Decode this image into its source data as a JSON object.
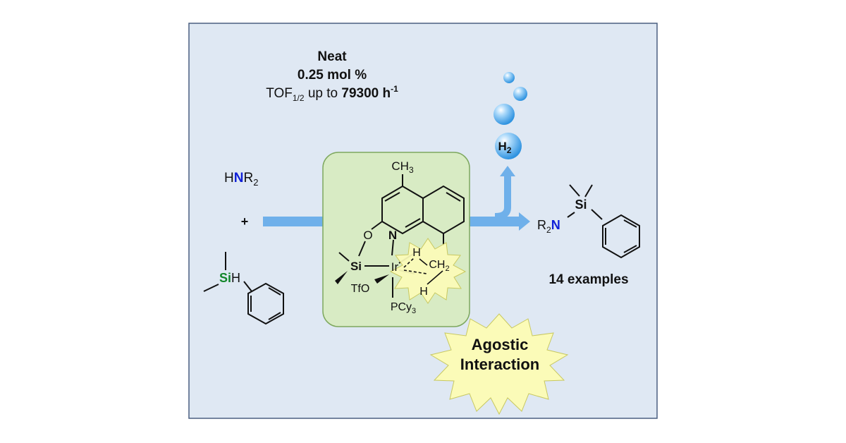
{
  "conditions": {
    "line1": "Neat",
    "line2": "0.25 mol  %",
    "tof_prefix": "TOF",
    "tof_sub": "1/2",
    "tof_mid": " up to ",
    "tof_value": "79300 h",
    "tof_sup": "-1"
  },
  "reagent_amine": {
    "h": "H",
    "n": "N",
    "r": "R",
    "sub": "2"
  },
  "plus_sign": "+",
  "silane": {
    "si": "Si",
    "h": "H"
  },
  "catalyst": {
    "ch3_c": "CH",
    "ch3_sub": "3",
    "o": "O",
    "n": "N",
    "si": "Si",
    "ir": "Ir",
    "tfo": "TfO",
    "pcy_p": "PCy",
    "pcy_sub": "3",
    "h_top": "H",
    "ch2_c": "CH",
    "ch2_sub": "2",
    "h_bottom": "H"
  },
  "gas": {
    "h": "H",
    "sub": "2"
  },
  "product": {
    "r": "R",
    "r_sub": "2",
    "n": "N",
    "si": "Si"
  },
  "examples_label": "14 examples",
  "agostic": {
    "line1": "Agostic",
    "line2": "Interaction"
  },
  "colors": {
    "frame_bg": "#dfe8f3",
    "frame_border": "#4a5f80",
    "arrow": "#6fb0ea",
    "catalyst_box": "#d8ebc4",
    "catalyst_border": "#7ea85e",
    "starburst": "#fbfbb8",
    "nitrogen": "#1020d8",
    "silicon": "#12862a",
    "bubble": "#3aa2ea"
  }
}
